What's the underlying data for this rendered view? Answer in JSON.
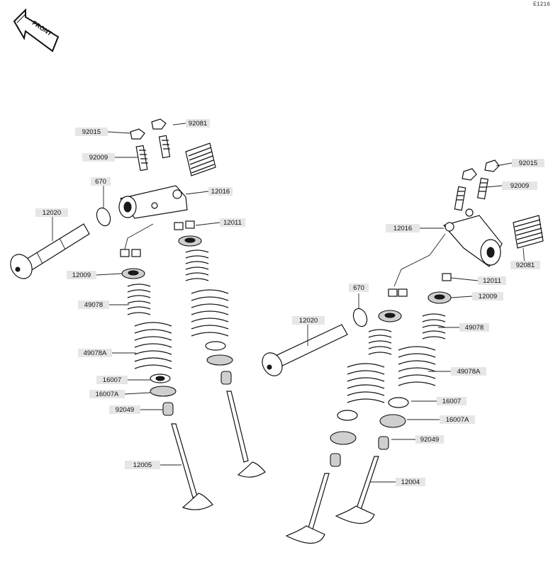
{
  "diagram_code": "E1216",
  "front_marker": {
    "text": "FRONT"
  },
  "callouts": [
    {
      "key": "l-92015",
      "text": "92015"
    },
    {
      "key": "l-92081",
      "text": "92081"
    },
    {
      "key": "l-92009",
      "text": "92009"
    },
    {
      "key": "l-670",
      "text": "670"
    },
    {
      "key": "l-12016",
      "text": "12016"
    },
    {
      "key": "l-12020",
      "text": "12020"
    },
    {
      "key": "l-12011",
      "text": "12011"
    },
    {
      "key": "l-12009",
      "text": "12009"
    },
    {
      "key": "l-49078",
      "text": "49078"
    },
    {
      "key": "l-49078A",
      "text": "49078A"
    },
    {
      "key": "l-16007",
      "text": "16007"
    },
    {
      "key": "l-16007A",
      "text": "16007A"
    },
    {
      "key": "l-92049",
      "text": "92049"
    },
    {
      "key": "l-12005",
      "text": "12005"
    },
    {
      "key": "r-92015",
      "text": "92015"
    },
    {
      "key": "r-92009",
      "text": "92009"
    },
    {
      "key": "r-12016",
      "text": "12016"
    },
    {
      "key": "r-92081",
      "text": "92081"
    },
    {
      "key": "r-670",
      "text": "670"
    },
    {
      "key": "r-12011",
      "text": "12011"
    },
    {
      "key": "r-12009",
      "text": "12009"
    },
    {
      "key": "r-12020",
      "text": "12020"
    },
    {
      "key": "r-49078",
      "text": "49078"
    },
    {
      "key": "r-49078A",
      "text": "49078A"
    },
    {
      "key": "r-16007",
      "text": "16007"
    },
    {
      "key": "r-16007A",
      "text": "16007A"
    },
    {
      "key": "r-92049",
      "text": "92049"
    },
    {
      "key": "r-12004",
      "text": "12004"
    }
  ]
}
